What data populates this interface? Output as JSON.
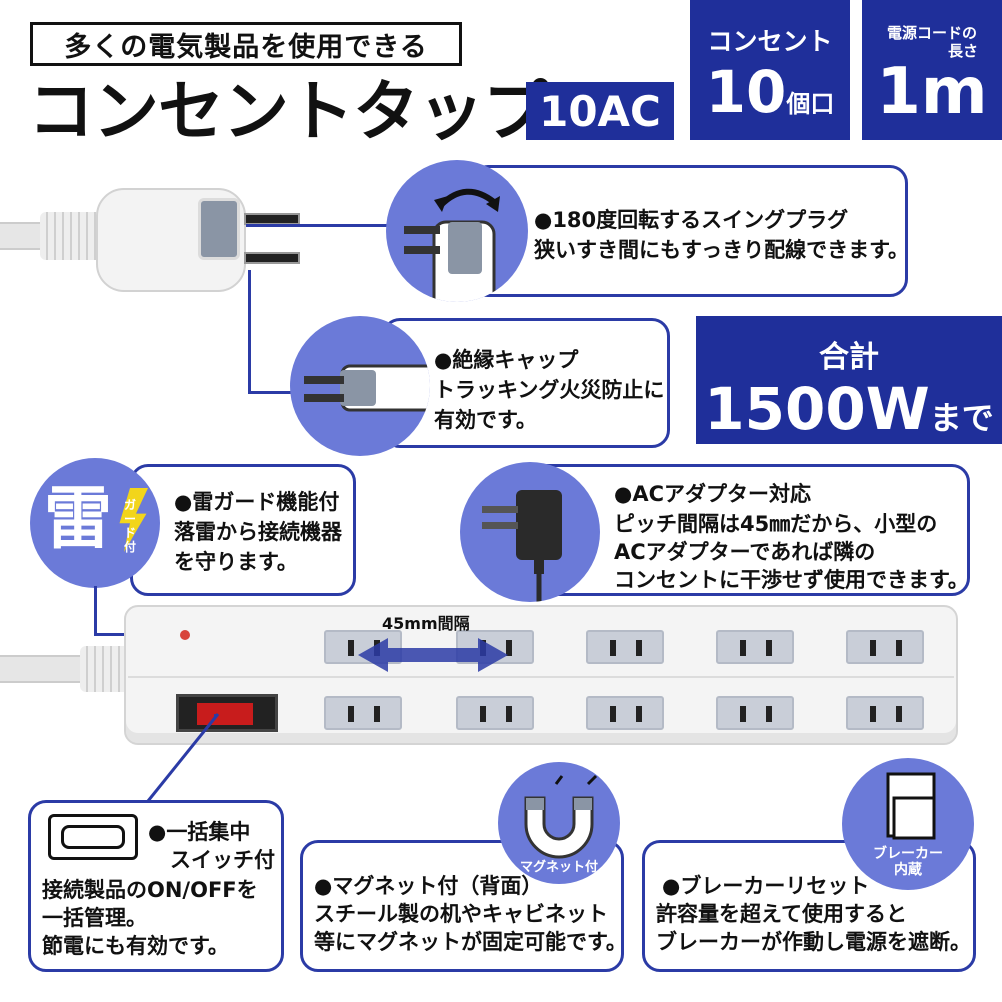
{
  "header": {
    "subtitle": "多くの電気製品を使用できる",
    "title": "コンセントタップ",
    "badge_ac": "10AC",
    "outlet_label": "コンセント",
    "outlet_count": "10",
    "outlet_unit": "個口",
    "cord_label_1": "電源コードの",
    "cord_label_2": "長さ",
    "cord_length": "1m"
  },
  "total": {
    "label": "合計",
    "watts": "1500W",
    "suffix": "まで"
  },
  "features": {
    "swing_plug": {
      "title": "●180度回転するスイングプラグ",
      "desc": "狭いすき間にもすっきり配線できます。"
    },
    "cap": {
      "title": "●絶縁キャップ",
      "desc1": "トラッキング火災防止に",
      "desc2": "有効です。"
    },
    "thunder": {
      "icon_char": "雷",
      "tag": "ガード付",
      "title": "●雷ガード機能付",
      "desc1": "落雷から接続機器",
      "desc2": "を守ります。"
    },
    "adapter": {
      "title": "●ACアダプター対応",
      "desc1": "ピッチ間隔は45㎜だから、小型の",
      "desc2": "ACアダプターであれば隣の",
      "desc3": "コンセントに干渉せず使用できます。"
    },
    "spacing": "45mm間隔",
    "switch": {
      "title1": "●一括集中",
      "title2": "スイッチ付",
      "desc1": "接続製品のON/OFFを",
      "desc2": "一括管理。",
      "desc3": "節電にも有効です。"
    },
    "magnet": {
      "badge": "マグネット付",
      "title": "●マグネット付（背面）",
      "desc1": "スチール製の机やキャビネット",
      "desc2": "等にマグネットが固定可能です。"
    },
    "breaker": {
      "badge1": "ブレーカー",
      "badge2": "内蔵",
      "title": "●ブレーカーリセット",
      "desc1": "許容量を超えて使用すると",
      "desc2": "ブレーカーが作動し電源を遮断。"
    }
  },
  "colors": {
    "brand_blue": "#1f2f9a",
    "circle_blue": "#6b7ad8",
    "switch_red": "#c81c1c"
  }
}
